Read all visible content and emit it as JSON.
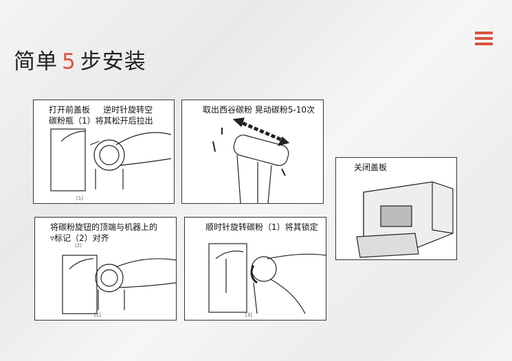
{
  "title": {
    "prefix": "简单",
    "number": "5",
    "suffix": "步安装"
  },
  "menu_icon": "hamburger-menu-icon",
  "accent": "#d9533f",
  "steps": [
    {
      "caption": "打开前盖板     逆时针旋转空\n碳粉瓶（1）将其松开后拉出",
      "fig": "[1]"
    },
    {
      "caption": "取出西谷碳粉 晃动碳粉5-10次"
    },
    {
      "caption": "将碳粉旋钮的顶端与机器上的\n▿标记（2）对齐",
      "fig": "[1]",
      "fig2": "(2)"
    },
    {
      "caption": "顺时针旋转碳粉（1）将其锁定",
      "fig": "[3]"
    },
    {
      "caption": "关闭盖板"
    }
  ]
}
